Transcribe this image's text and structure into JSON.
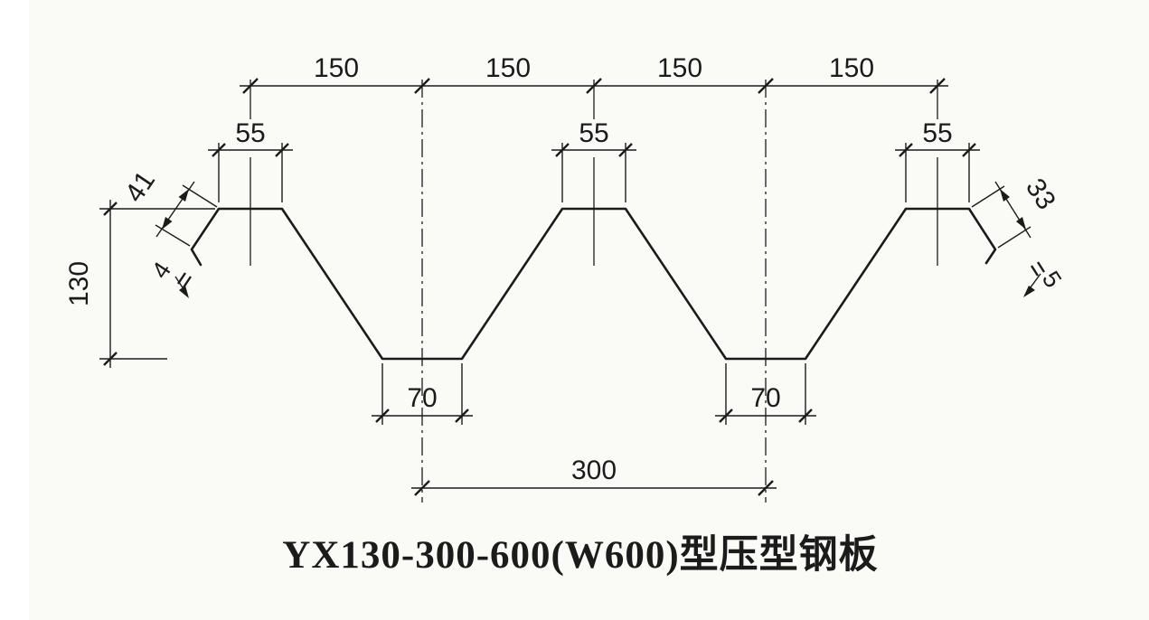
{
  "title": "YX130-300-600(W600)型压型钢板",
  "dimensions": {
    "top_spacings": [
      "150",
      "150",
      "150",
      "150"
    ],
    "rib_top_widths": [
      "55",
      "55",
      "55"
    ],
    "overall_height": "130",
    "valley_widths": [
      "70",
      "70"
    ],
    "rib_pitch": "300",
    "left_edge_length": "41",
    "left_edge_gauge": "4",
    "right_edge_length": "33",
    "right_edge_gauge": "5"
  },
  "colors": {
    "line": "#1b1b1b",
    "background": "#fafaf7"
  }
}
